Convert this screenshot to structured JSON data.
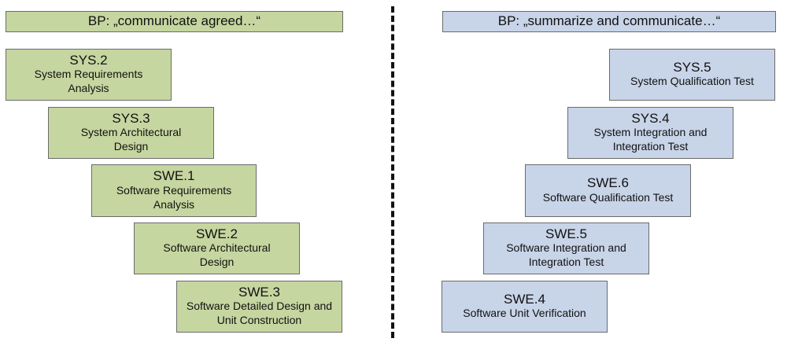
{
  "left_header": "BP: „communicate agreed…“",
  "right_header": "BP: „summarize and communicate…“",
  "left_processes": [
    {
      "code": "SYS.2",
      "title": "System Requirements Analysis"
    },
    {
      "code": "SYS.3",
      "title": "System Architectural Design"
    },
    {
      "code": "SWE.1",
      "title": "Software Requirements Analysis"
    },
    {
      "code": "SWE.2",
      "title": "Software Architectural Design"
    },
    {
      "code": "SWE.3",
      "title": "Software Detailed Design and Unit Construction"
    }
  ],
  "right_processes": [
    {
      "code": "SYS.5",
      "title": "System Qualification Test"
    },
    {
      "code": "SYS.4",
      "title": "System Integration and Integration Test"
    },
    {
      "code": "SWE.6",
      "title": "Software Qualification Test"
    },
    {
      "code": "SWE.5",
      "title": "Software Integration and Integration Test"
    },
    {
      "code": "SWE.4",
      "title": "Software Unit Verification"
    }
  ],
  "colors": {
    "left_fill": "#c6d6a0",
    "right_fill": "#c8d4e8",
    "border": "#6b6b6b",
    "divider": "#111111"
  }
}
